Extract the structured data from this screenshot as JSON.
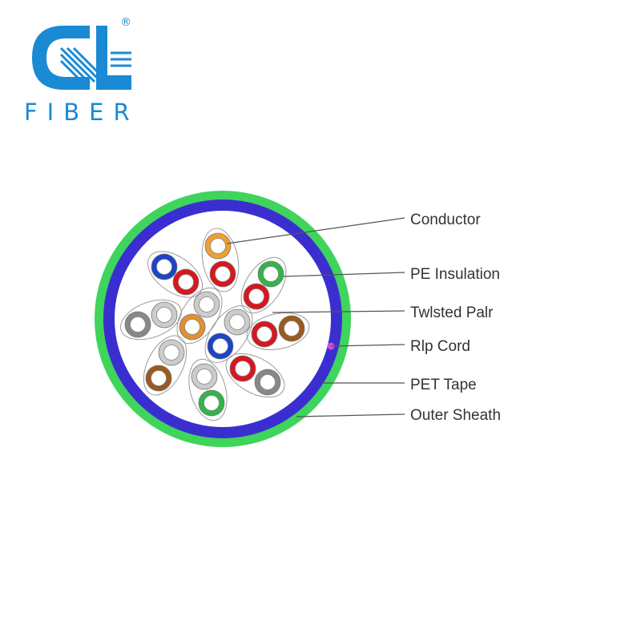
{
  "logo": {
    "wordmark": "FIBER",
    "registered_mark": "®",
    "color": "#1a8ad4"
  },
  "diagram": {
    "colors": {
      "outer_sheath": "#3fd45c",
      "pet_tape": "#3b2ed1",
      "rip_cord": "#d24bd9",
      "core": "#ffffff",
      "leader_line": "#555555"
    },
    "pairs": [
      {
        "colors": [
          "#f0a030",
          "#d9161f"
        ]
      },
      {
        "colors": [
          "#1d44c8",
          "#d9161f"
        ]
      },
      {
        "colors": [
          "#33b44a",
          "#d9161f"
        ]
      },
      {
        "colors": [
          "#888888",
          "#cccccc"
        ]
      },
      {
        "colors": [
          "#e09030",
          "#cccccc"
        ]
      },
      {
        "colors": [
          "#1d44c8",
          "#cccccc"
        ]
      },
      {
        "colors": [
          "#d9161f",
          "#9a5a1e"
        ]
      },
      {
        "colors": [
          "#9a5a1e",
          "#cccccc"
        ]
      },
      {
        "colors": [
          "#33b44a",
          "#cccccc"
        ]
      },
      {
        "colors": [
          "#d9161f",
          "#888888"
        ]
      }
    ],
    "labels": [
      {
        "id": "conductor",
        "text": "Conductor"
      },
      {
        "id": "pe-insulation",
        "text": "PE Insulation"
      },
      {
        "id": "twisted-pair",
        "text": "Twlsted Palr"
      },
      {
        "id": "rip-cord",
        "text": "Rlp Cord"
      },
      {
        "id": "pet-tape",
        "text": "PET Tape"
      },
      {
        "id": "outer-sheath",
        "text": "Outer Sheath"
      }
    ]
  }
}
